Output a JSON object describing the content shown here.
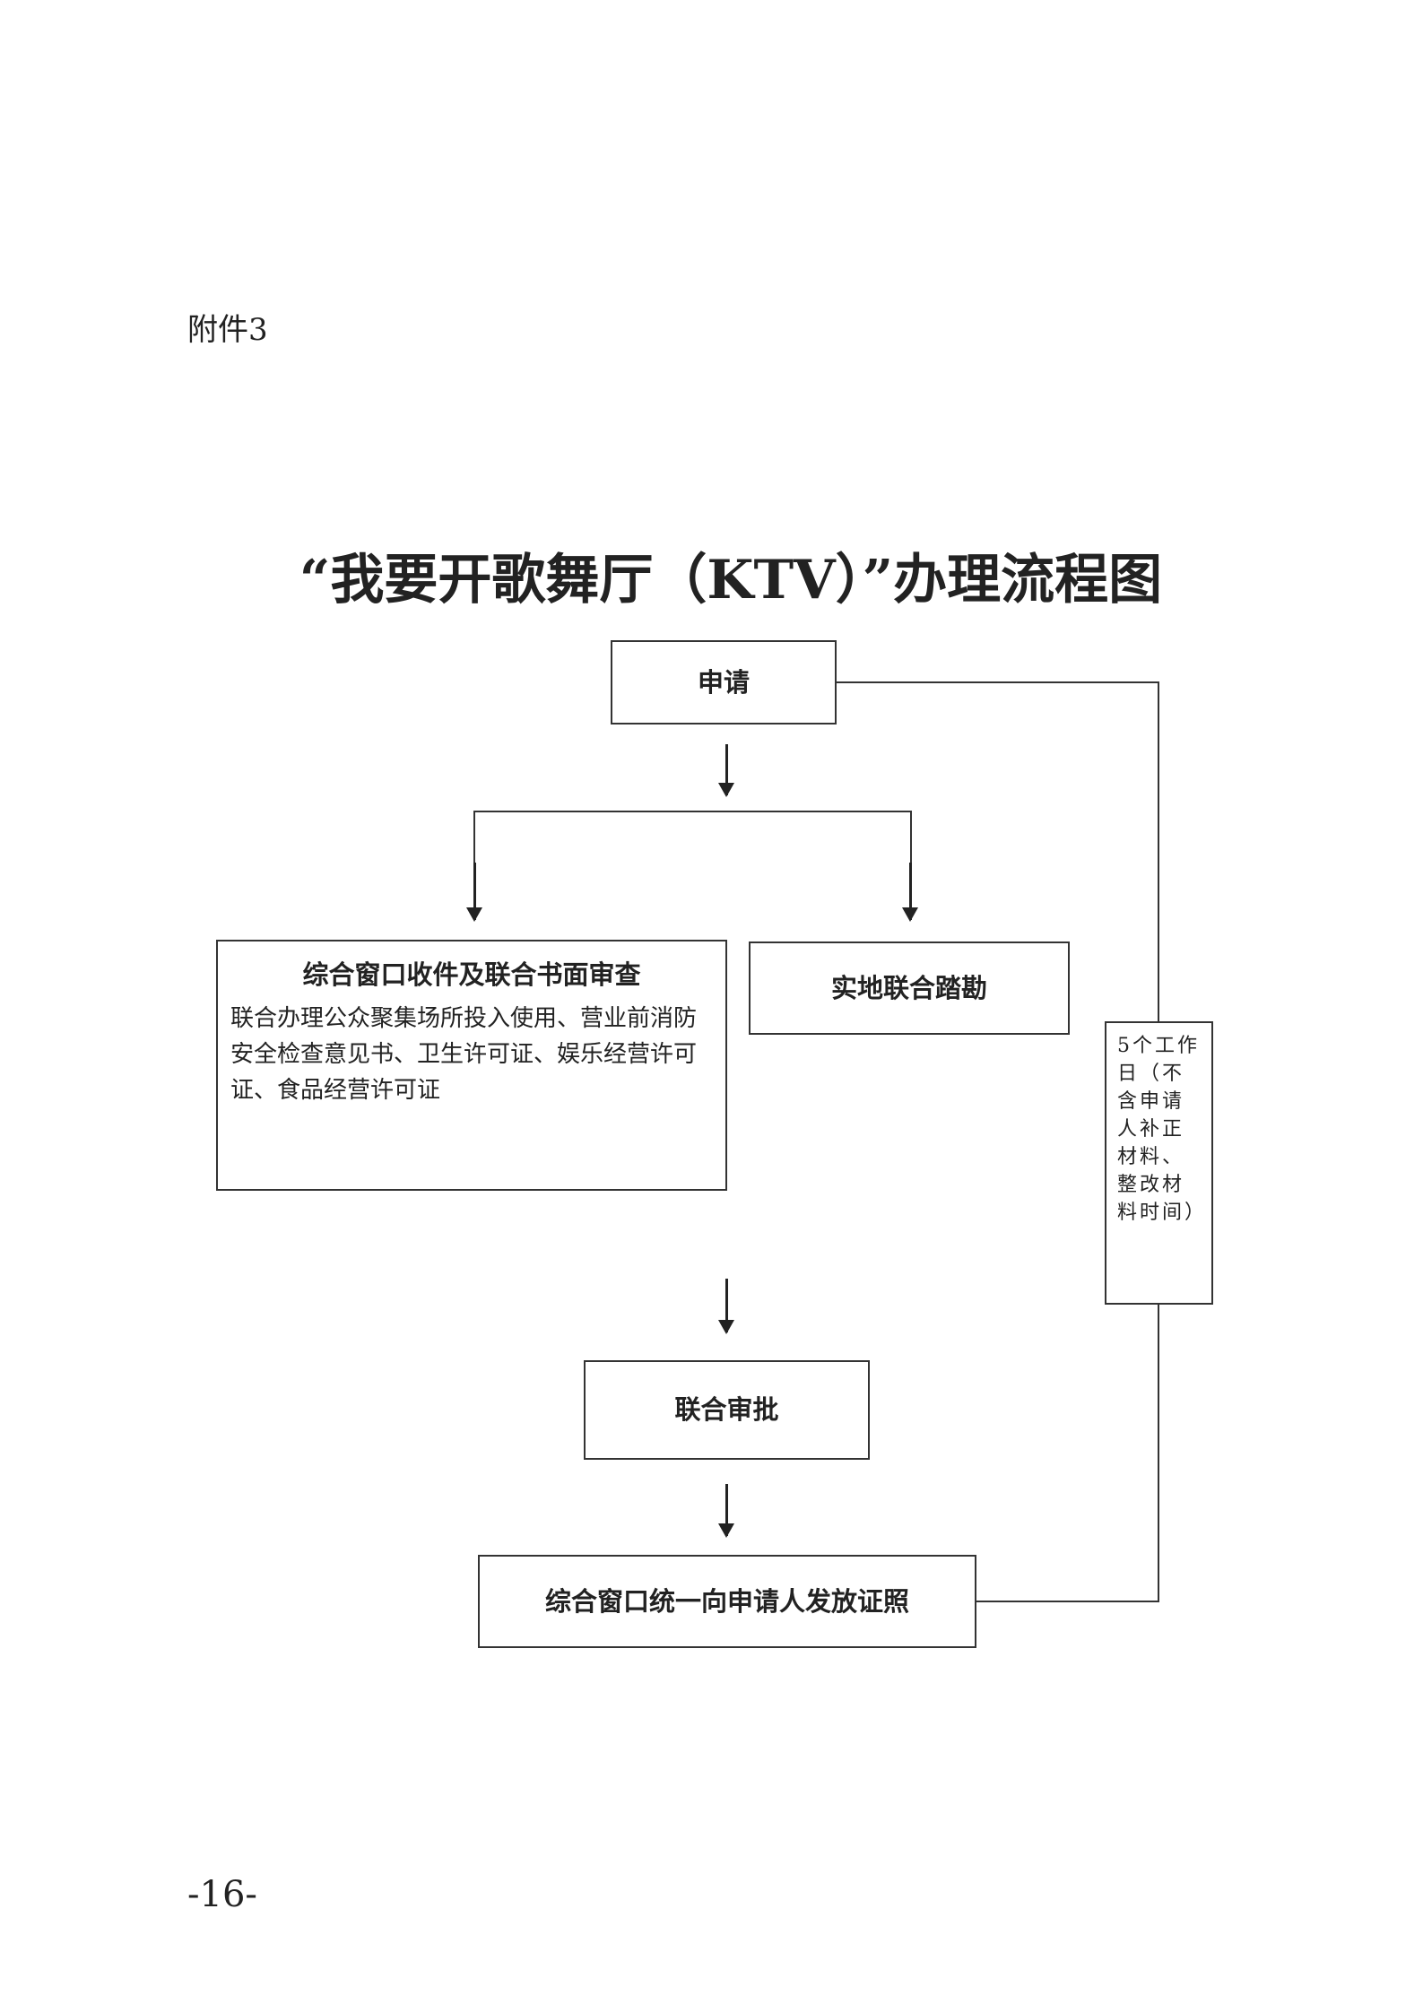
{
  "attachment_label": "附件3",
  "title": "“我要开歌舞厅（KTV）”办理流程图",
  "flow": {
    "apply": "申请",
    "window_review": {
      "title": "综合窗口收件及联合书面审查",
      "body": "联合办理公众聚集场所投入使用、营业前消防安全检查意见书、卫生许可证、娱乐经营许可证、食品经营许可证"
    },
    "site_inspection": "实地联合踏勘",
    "joint_approval": "联合审批",
    "issue": "综合窗口统一向申请人发放证照",
    "time_limit": "5个工作日（不含申请人补正材料、整改材料时间）"
  },
  "page_number": "-16-"
}
